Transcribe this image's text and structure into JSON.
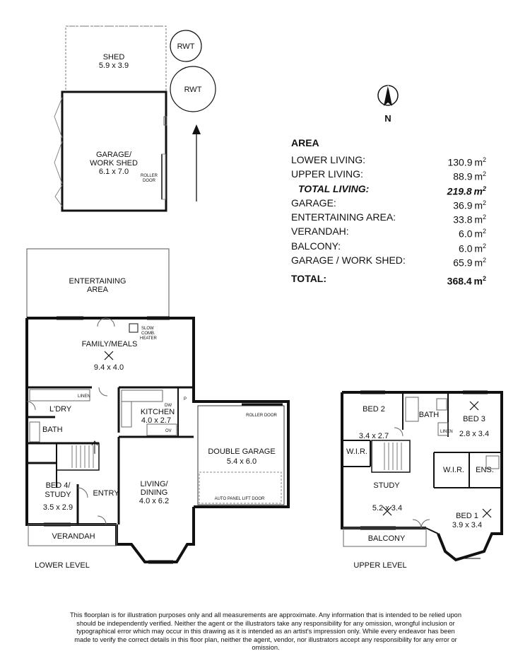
{
  "labels": {
    "shed": "SHED",
    "shed_dim": "5.9 x 3.9",
    "rwt1": "RWT",
    "rwt2": "RWT",
    "garage_ws": "GARAGE/",
    "garage_ws2": "WORK SHED",
    "garage_ws_dim": "6.1 x 7.0",
    "roller_door_small": "ROLLER",
    "roller_door_small2": "DOOR",
    "north": "N",
    "entertaining": "ENTERTAINING",
    "entertaining2": "AREA",
    "family": "FAMILY/MEALS",
    "family_dim": "9.4 x 4.0",
    "slow_heater": "SLOW",
    "slow_heater2": "COMB.",
    "slow_heater3": "HEATER",
    "linen": "LINEN",
    "ldry": "L'DRY",
    "bath": "BATH",
    "kitchen": "KITCHEN",
    "kitchen_dim": "4.0 x 2.7",
    "dw": "DW",
    "ov": "OV",
    "p": "P",
    "bed4": "BED 4/",
    "bed4b": "STUDY",
    "bed4_dim": "3.5 x 2.9",
    "entry": "ENTRY",
    "living": "LIVING/",
    "living2": "DINING",
    "living_dim": "4.0 x 6.2",
    "verandah": "VERANDAH",
    "double_garage": "DOUBLE GARAGE",
    "double_garage_dim": "5.4 x 6.0",
    "roller_door": "ROLLER DOOR",
    "auto_door": "AUTO PANEL LIFT DOOR",
    "lower_level": "LOWER LEVEL",
    "bed2": "BED 2",
    "bed2_dim": "3.4 x 2.7",
    "bath_up": "BATH",
    "bed3": "BED 3",
    "bed3_dim": "2.8 x 3.4",
    "linen_up": "LINEN",
    "wir1": "W.I.R.",
    "wir2": "W.I.R.",
    "ens": "ENS.",
    "study": "STUDY",
    "study_dim": "5.2 x 3.4",
    "bed1": "BED 1",
    "bed1_dim": "3.9 x 3.4",
    "balcony": "BALCONY",
    "upper_level": "UPPER LEVEL"
  },
  "area": {
    "heading": "AREA",
    "unit": "m",
    "unit_sup": "2",
    "rows": [
      {
        "k": "LOWER LIVING:",
        "v": "130.9"
      },
      {
        "k": "UPPER LIVING:",
        "v": "88.9"
      },
      {
        "k": "TOTAL LIVING:",
        "v": "219.8"
      },
      {
        "k": "GARAGE:",
        "v": "36.9"
      },
      {
        "k": "ENTERTAINING AREA:",
        "v": "33.8"
      },
      {
        "k": "VERANDAH:",
        "v": "6.0"
      },
      {
        "k": "BALCONY:",
        "v": "6.0"
      },
      {
        "k": "GARAGE / WORK SHED:",
        "v": "65.9"
      }
    ],
    "total_label": "TOTAL:",
    "total_value": "368.4"
  },
  "disclaimer": "This floorplan is for illustration purposes only and all measurements are approximate. Any information that is intended to be relied upon should be independently verified. Neither the agent or the illustrators take any responsibility for any omission, wrongful inclusion or typographical error which may occur in this drawing as it is intended as an artist's impression only. While every endeavor has been made to verify the correct details in this floor plan, neither the agent, vendor, nor illustrators accept any responsibility for any error or omission."
}
